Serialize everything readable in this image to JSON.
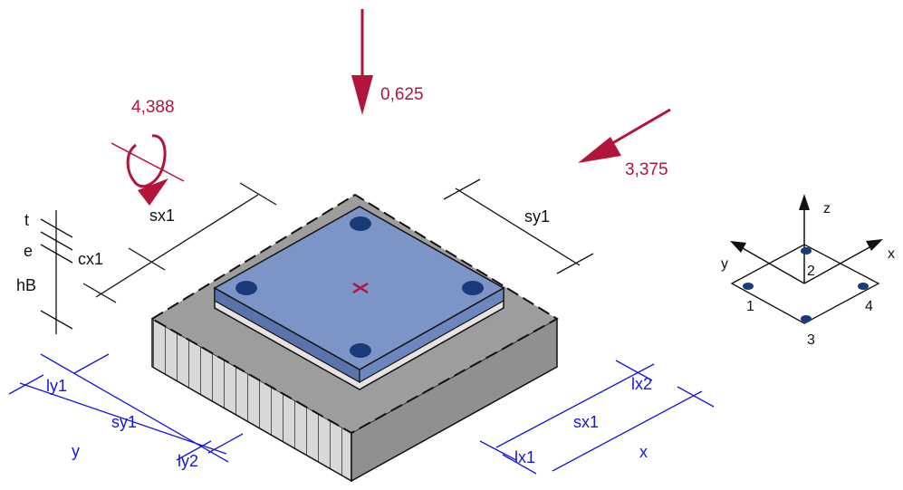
{
  "colors": {
    "load": "#b3143c",
    "dimension": "#1515e0",
    "line": "#111111",
    "plate": "#7b93c4",
    "bolt": "#1a3a7a",
    "footing_top": "#999999"
  },
  "loads": {
    "vertical": "0,625",
    "horizontal": "3,375",
    "moment": "4,388"
  },
  "top_dimensions": {
    "sx1": "sx1",
    "sy1": "sy1",
    "cx1": "cx1"
  },
  "left_scale": {
    "t": "t",
    "e": "e",
    "hB": "hB"
  },
  "bottom_left_dimensions": {
    "ly1": "ly1",
    "sy1": "sy1",
    "y": "y",
    "ly2": "ly2"
  },
  "bottom_right_dimensions": {
    "lx2": "lx2",
    "sx1": "sx1",
    "lx1": "lx1",
    "x": "x"
  },
  "axes_icon": {
    "z": "z",
    "y": "y",
    "x": "x",
    "bolt_numbers": [
      "1",
      "2",
      "3",
      "4"
    ]
  }
}
